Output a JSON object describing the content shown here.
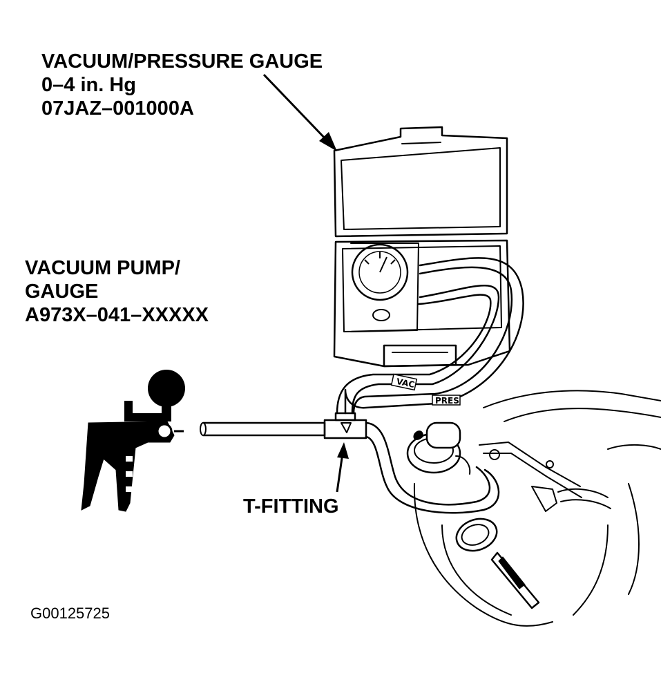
{
  "labels": {
    "gauge": {
      "name": "VACUUM/PRESSURE GAUGE",
      "range": "0–4 in. Hg",
      "part": "07JAZ–001000A"
    },
    "pump": {
      "line1": "VACUUM PUMP/",
      "line2": "GAUGE",
      "part": "A973X–041–XXXXX"
    },
    "t_fitting": "T-FITTING",
    "hose_tags": {
      "vac": "VAC",
      "pres": "PRES"
    },
    "figure_id": "G00125725"
  },
  "colors": {
    "line": "#000000",
    "background": "#ffffff"
  }
}
